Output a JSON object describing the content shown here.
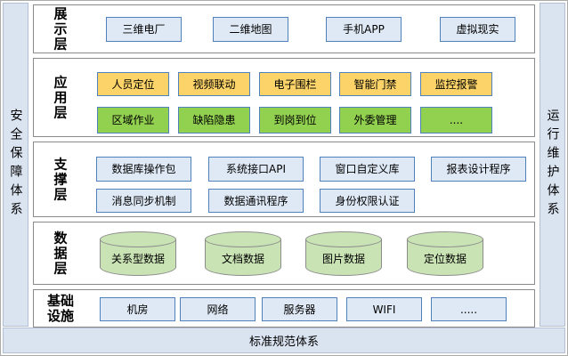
{
  "frame": {
    "left_bar": "安全保障体系",
    "right_bar": "运行维护体系",
    "bottom_bar": "标准规范体系"
  },
  "colors": {
    "bar_fill": "#dae3f0",
    "item_blue_fill": "#dfe9f5",
    "item_yellow_fill": "#fbd368",
    "item_green_fill": "#92d050",
    "item_border": "#4f81bd",
    "cylinder_fill": "#c9e3b5",
    "cylinder_border": "#8c8c8c",
    "layer_border": "#8a8a8a"
  },
  "layers": [
    {
      "name": "展示层",
      "label": "展\n示\n层",
      "rows": [
        {
          "style": "blue",
          "items": [
            "三维电厂",
            "二维地图",
            "手机APP",
            "虚拟现实"
          ]
        }
      ]
    },
    {
      "name": "应用层",
      "label": "应\n用\n层",
      "rows": [
        {
          "style": "yellow",
          "items": [
            "人员定位",
            "视频联动",
            "电子围栏",
            "智能门禁",
            "监控报警"
          ]
        },
        {
          "style": "green",
          "items": [
            "区域作业",
            "缺陷隐患",
            "到岗到位",
            "外委管理",
            "...."
          ]
        }
      ]
    },
    {
      "name": "支撑层",
      "label": "支\n撑\n层",
      "rows": [
        {
          "style": "blue",
          "items": [
            "数据库操作包",
            "系统接口API",
            "窗口自定义库",
            "报表设计程序"
          ]
        },
        {
          "style": "blue",
          "items": [
            "消息同步机制",
            "数据通讯程序",
            "身份权限认证"
          ]
        }
      ]
    },
    {
      "name": "数据层",
      "label": "数\n据\n层",
      "rows": [
        {
          "style": "cylinder",
          "items": [
            "关系型数据",
            "文档数据",
            "图片数据",
            "定位数据"
          ]
        }
      ]
    },
    {
      "name": "基础设施",
      "label": "基础\n设施",
      "rows": [
        {
          "style": "blue",
          "items": [
            "机房",
            "网络",
            "服务器",
            "WIFI",
            "....."
          ]
        }
      ]
    }
  ]
}
